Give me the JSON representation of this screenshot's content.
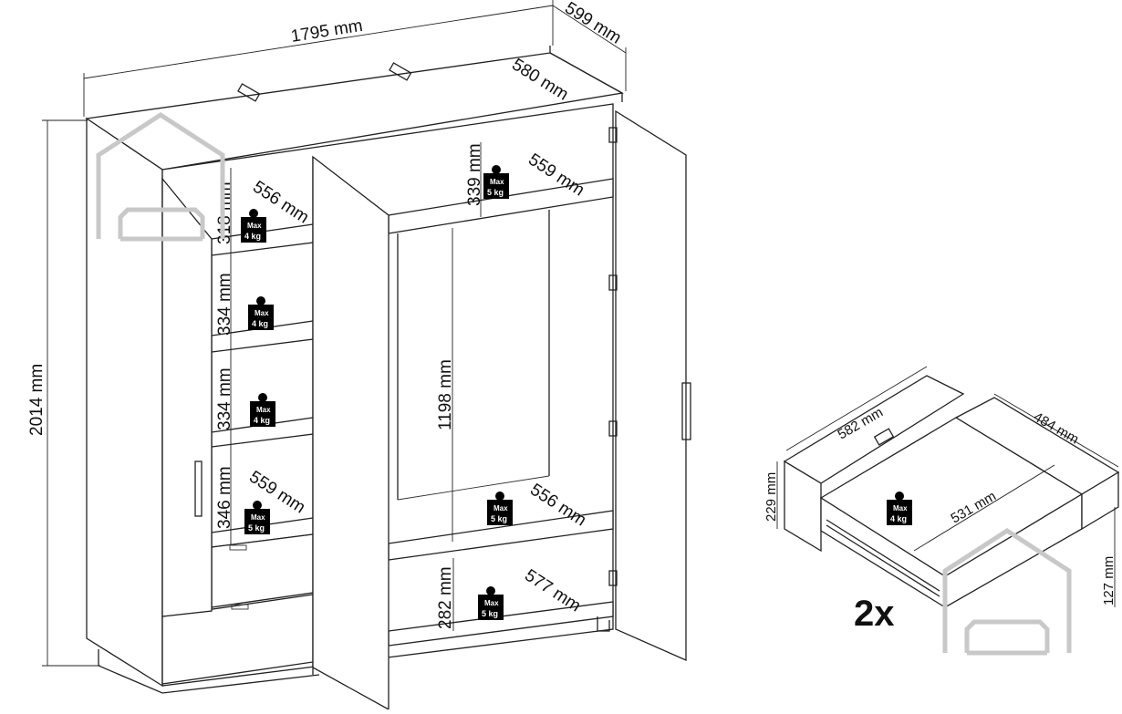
{
  "wardrobe": {
    "width": "1795 mm",
    "depth_outer": "599 mm",
    "depth_top": "580 mm",
    "height": "2014 mm",
    "left_shelf_depth_top": "556 mm",
    "left_shelf_depth_bottom": "559 mm",
    "right_shelf_depth_top": "559 mm",
    "right_shelf_depth_mid": "556 mm",
    "right_shelf_depth_bottom": "577 mm",
    "left_heights": [
      "318 mm",
      "334 mm",
      "334 mm",
      "346 mm"
    ],
    "right_top_height": "339 mm",
    "hanging_height": "1198 mm",
    "right_bottom_height": "282 mm"
  },
  "loads": {
    "max_label": "Max",
    "left": [
      "4 kg",
      "4 kg",
      "4 kg",
      "5 kg"
    ],
    "right": [
      "5 kg",
      "5 kg",
      "5 kg"
    ]
  },
  "drawer": {
    "width": "582 mm",
    "depth": "484 mm",
    "height": "229 mm",
    "inner_depth": "531 mm",
    "inner_height": "127 mm",
    "load": "4 kg",
    "quantity": "2x"
  },
  "colors": {
    "line": "#222222",
    "badge": "#000000",
    "watermark": "#c8c8c8"
  },
  "icons": [
    "weight-icon",
    "watermark-house-sofa-icon"
  ]
}
